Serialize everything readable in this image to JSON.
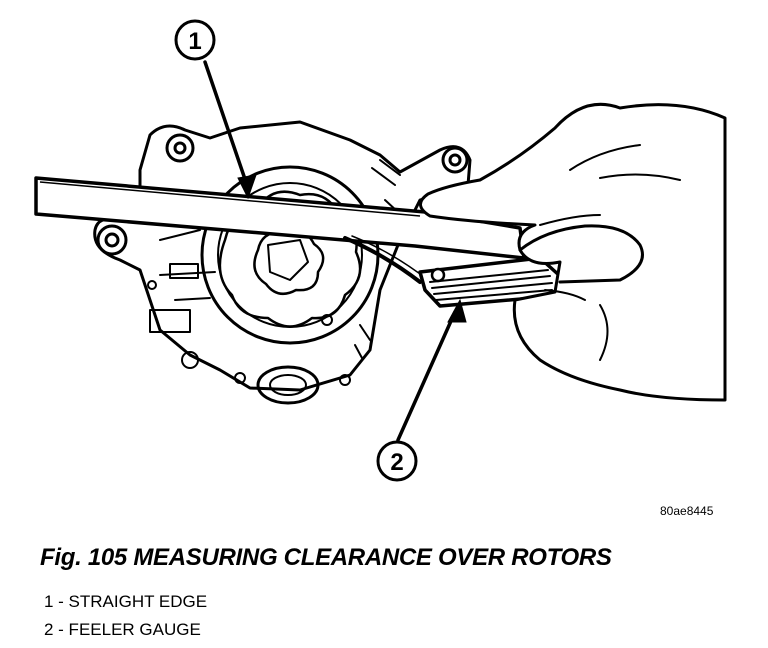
{
  "figure": {
    "code": "80ae8445",
    "caption": "Fig. 105 MEASURING CLEARANCE OVER ROTORS"
  },
  "callouts": [
    {
      "number": "1",
      "label": "STRAIGHT EDGE"
    },
    {
      "number": "2",
      "label": "FEELER GAUGE"
    }
  ],
  "legend": [
    "1 - STRAIGHT EDGE",
    "2 - FEELER GAUGE"
  ]
}
